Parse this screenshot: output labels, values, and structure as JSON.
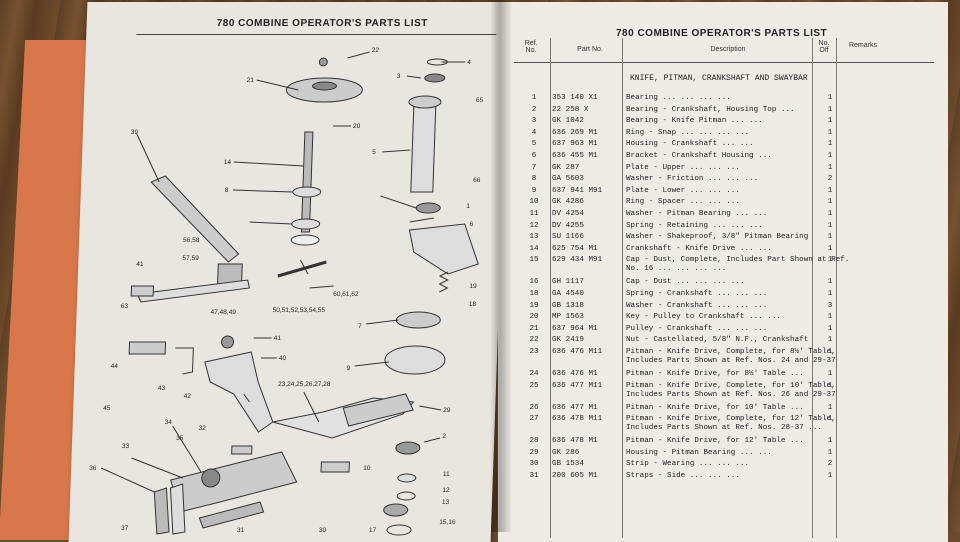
{
  "left_page": {
    "title": "780 COMBINE OPERATOR'S PARTS LIST",
    "callouts": [
      "22",
      "21",
      "3",
      "4",
      "65",
      "20",
      "5",
      "39",
      "14",
      "8",
      "66",
      "1",
      "6",
      "56,58",
      "57,59",
      "41",
      "60,61,62",
      "63",
      "47,48,49",
      "50,51,52,53,54,55",
      "19",
      "18",
      "7",
      "44",
      "41",
      "42",
      "40",
      "43",
      "45",
      "9",
      "23,24,25,26,27,28",
      "29",
      "34",
      "32",
      "35",
      "33",
      "36",
      "2",
      "10",
      "11",
      "12",
      "13",
      "15,16",
      "37",
      "31",
      "30",
      "17"
    ]
  },
  "right_page": {
    "title": "780 COMBINE OPERATOR'S PARTS LIST",
    "columns": {
      "ref": "Ref.\nNo.",
      "part": "Part No.",
      "desc": "Description",
      "off": "No.\nOff",
      "remarks": "Remarks"
    },
    "section_title": "KNIFE, PITMAN, CRANKSHAFT AND SWAYBAR",
    "rows": [
      {
        "ref": "1",
        "part": "353 140 X1",
        "desc": "Bearing    ...    ...    ...    ...",
        "desc2": "",
        "off": "1"
      },
      {
        "ref": "2",
        "part": "22 258 X",
        "desc": "Bearing - Crankshaft, Housing Top ...",
        "desc2": "",
        "off": "1"
      },
      {
        "ref": "3",
        "part": "GK 1042",
        "desc": "Bearing - Knife Pitman   ...    ...",
        "desc2": "",
        "off": "1"
      },
      {
        "ref": "4",
        "part": "636 269 M1",
        "desc": "Ring - Snap  ...    ...    ...    ...",
        "desc2": "",
        "off": "1"
      },
      {
        "ref": "5",
        "part": "637 963 M1",
        "desc": "Housing - Crankshaft  ...    ...",
        "desc2": "",
        "off": "1"
      },
      {
        "ref": "6",
        "part": "636 455 M1",
        "desc": "Bracket - Crankshaft Housing  ...",
        "desc2": "",
        "off": "1"
      },
      {
        "ref": "7",
        "part": "GK 287",
        "desc": "Plate - Upper   ...    ...    ...",
        "desc2": "",
        "off": "1"
      },
      {
        "ref": "8",
        "part": "GA 5603",
        "desc": "Washer - Friction  ...    ...    ...",
        "desc2": "",
        "off": "2"
      },
      {
        "ref": "9",
        "part": "637 941 M91",
        "desc": "Plate - Lower   ...    ...    ...",
        "desc2": "",
        "off": "1"
      },
      {
        "ref": "10",
        "part": "GK 4286",
        "desc": "Ring - Spacer   ...    ...    ...",
        "desc2": "",
        "off": "1"
      },
      {
        "ref": "11",
        "part": "DV 4254",
        "desc": "Washer - Pitman Bearing   ...   ...",
        "desc2": "",
        "off": "1"
      },
      {
        "ref": "12",
        "part": "DV 4255",
        "desc": "Spring - Retaining  ...    ...    ...",
        "desc2": "",
        "off": "1"
      },
      {
        "ref": "13",
        "part": "SU 1166",
        "desc": "Washer - Shakeproof, 3/8\" Pitman Bearing",
        "desc2": "",
        "off": "1"
      },
      {
        "ref": "14",
        "part": "625 754 M1",
        "desc": "Crankshaft - Knife Drive   ...   ...",
        "desc2": "",
        "off": "1"
      },
      {
        "ref": "15",
        "part": "629 434 M91",
        "desc": "Cap - Dust, Complete, Includes Part Shown at Ref.",
        "desc2": "No. 16     ...    ...    ...    ...",
        "off": "1"
      },
      {
        "ref": "16",
        "part": "GH 1117",
        "desc": "Cap - Dust   ...    ...    ...    ...",
        "desc2": "",
        "off": "1"
      },
      {
        "ref": "18",
        "part": "GA 4540",
        "desc": "Spring - Crankshaft   ...    ...    ...",
        "desc2": "",
        "off": "1"
      },
      {
        "ref": "19",
        "part": "GB 1318",
        "desc": "Washer - Crankshaft   ...    ...    ...",
        "desc2": "",
        "off": "3"
      },
      {
        "ref": "20",
        "part": "MP 1563",
        "desc": "Key - Pulley to Crankshaft  ...   ...",
        "desc2": "",
        "off": "1"
      },
      {
        "ref": "21",
        "part": "637 964 M1",
        "desc": "Pulley - Crankshaft   ...    ...    ...",
        "desc2": "",
        "off": "1"
      },
      {
        "ref": "22",
        "part": "GK 2419",
        "desc": "Nut - Castellated, 5/8\" N.F., Crankshaft",
        "desc2": "",
        "off": "1"
      },
      {
        "ref": "23",
        "part": "636 476 M11",
        "desc": "Pitman - Knife Drive, Complete, for 8½' Table,",
        "desc2": "Includes Parts Shown at Ref. Nos. 24 and 29-37",
        "off": "1"
      },
      {
        "ref": "24",
        "part": "636 476 M1",
        "desc": "Pitman - Knife Drive, for 8½' Table  ...",
        "desc2": "",
        "off": "1"
      },
      {
        "ref": "25",
        "part": "636 477 M11",
        "desc": "Pitman - Knife Drive, Complete, for 10' Table,",
        "desc2": "Includes Parts Shown at Ref. Nos. 26 and 29-37",
        "off": "1"
      },
      {
        "ref": "26",
        "part": "636 477 M1",
        "desc": "Pitman - Knife Drive, for 10' Table  ...",
        "desc2": "",
        "off": "1"
      },
      {
        "ref": "27",
        "part": "636 478 M11",
        "desc": "Pitman - Knife Drive, Complete, for 12' Table,",
        "desc2": "Includes Parts Shown at Ref. Nos. 28-37  ...",
        "off": "1"
      },
      {
        "ref": "28",
        "part": "636 478 M1",
        "desc": "Pitman - Knife Drive, for 12' Table  ...",
        "desc2": "",
        "off": "1"
      },
      {
        "ref": "29",
        "part": "GK 286",
        "desc": "Housing - Pitman Bearing   ...    ...",
        "desc2": "",
        "off": "1"
      },
      {
        "ref": "30",
        "part": "GB 1534",
        "desc": "Strip - Wearing   ...    ...    ...",
        "desc2": "",
        "off": "2"
      },
      {
        "ref": "31",
        "part": "200 605 M1",
        "desc": "Straps - Side   ...    ...    ...",
        "desc2": "",
        "off": "1"
      }
    ]
  }
}
